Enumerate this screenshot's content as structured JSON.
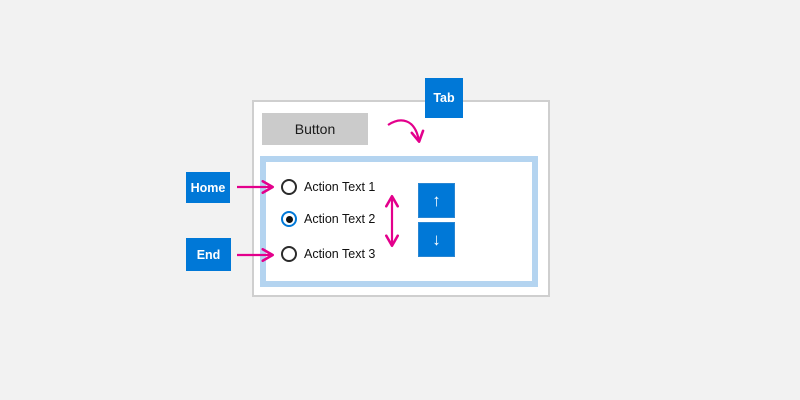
{
  "diagram": {
    "description": "Keyboard navigation diagram for a radio button group with spinner buttons"
  },
  "key_badges": {
    "tab": "Tab",
    "home": "Home",
    "end": "End"
  },
  "window": {
    "button_label": "Button"
  },
  "radio_group": {
    "items": [
      {
        "label": "Action Text 1",
        "selected": false
      },
      {
        "label": "Action Text 2",
        "selected": true
      },
      {
        "label": "Action Text 3",
        "selected": false
      }
    ]
  },
  "spinner": {
    "up_icon": "↑",
    "down_icon": "↓"
  },
  "colors": {
    "background": "#f2f2f2",
    "accent_blue": "#0078d7",
    "arrow_pink": "#e3008c",
    "inner_border_blue": "#b4d4f0",
    "button_gray": "#cbcbcb",
    "panel_border_gray": "#cfcfcf"
  }
}
